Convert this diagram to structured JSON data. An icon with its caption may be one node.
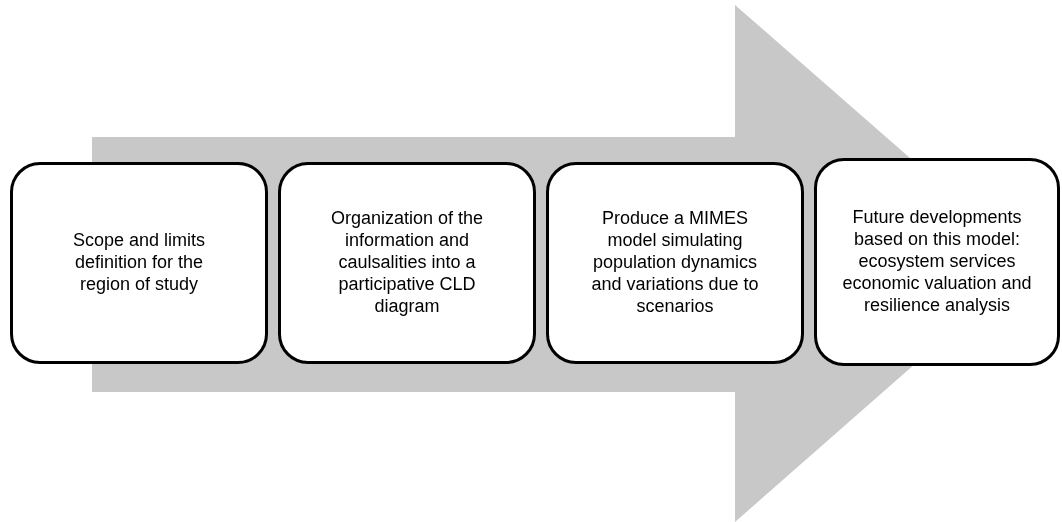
{
  "diagram": {
    "nodes": [
      {
        "text": [
          "Scope and limits definition for the region of study"
        ]
      },
      {
        "text": [
          "Organization of the information and caulsalities into a participative CLD diagram"
        ]
      },
      {
        "text": [
          "Produce a MIMES model simulating population dynamics and variations due to scenarios"
        ]
      },
      {
        "text": [
          "Future developments based on this model: ecosystem services economic valuation and resilience analysis"
        ]
      }
    ],
    "edges": [
      {
        "from": 0,
        "to": 3,
        "arrow": "to"
      }
    ]
  }
}
